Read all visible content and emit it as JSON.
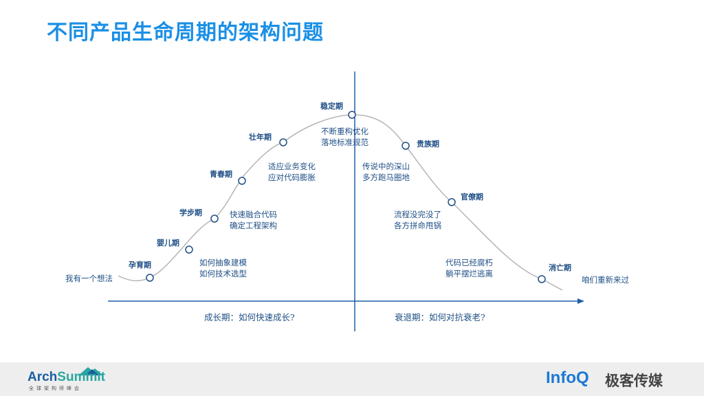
{
  "title": "不同产品生命周期的架构问题",
  "diagram": {
    "stages": [
      {
        "id": "yunyu",
        "label": "孕育期"
      },
      {
        "id": "yinger",
        "label": "婴儿期"
      },
      {
        "id": "xuebu",
        "label": "学步期"
      },
      {
        "id": "qingchun",
        "label": "青春期"
      },
      {
        "id": "zhuangnian",
        "label": "壮年期"
      },
      {
        "id": "wending",
        "label": "稳定期"
      },
      {
        "id": "guizu",
        "label": "贵族期"
      },
      {
        "id": "guanliao",
        "label": "官僚期"
      },
      {
        "id": "xiaowang",
        "label": "消亡期"
      }
    ],
    "notes": {
      "start": "我有一个想法",
      "end": "咱们重新来过",
      "n1": [
        "如何抽象建模",
        "如何技术选型"
      ],
      "n2": [
        "快速融合代码",
        "确定工程架构"
      ],
      "n3": [
        "适应业务变化",
        "应对代码膨胀"
      ],
      "n4": [
        "不断重构优化",
        "落地标准规范"
      ],
      "n5": [
        "传说中的深山",
        "多方跑马圈地"
      ],
      "n6": [
        "流程没完没了",
        "各方拼命甩锅"
      ],
      "n7": [
        "代码已经腐朽",
        "躺平摆烂逃离"
      ]
    },
    "axis": {
      "growth": "成长期：如何快速成长?",
      "decline": "衰退期：如何对抗衰老?"
    }
  },
  "footer": {
    "left_logo_a": "Arch",
    "left_logo_b": "Summit",
    "left_logo_sub": "全球架构师峰会",
    "right_logo": "InfoQ",
    "right_logo_cn": "极客传媒"
  },
  "colors": {
    "title": "#1a8fe6",
    "accent": "#1b5e9e",
    "axis": "#1f5fa8",
    "curve": "#b5b5b5",
    "text": "#1f4f86"
  }
}
